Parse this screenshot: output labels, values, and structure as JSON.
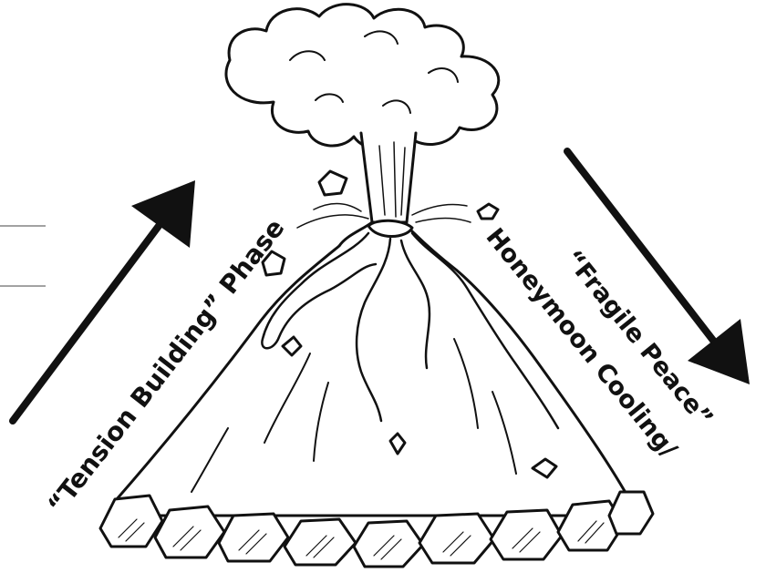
{
  "colors": {
    "ink": "#111111",
    "background": "#ffffff",
    "rule": "#444444"
  },
  "labels": {
    "rising_phase": "“Tension Building” Phase",
    "falling_line1": "“Fragile Peace”",
    "falling_line2": "Honeymoon Cooling/"
  },
  "icons": {
    "rising_arrow": "arrow-up-right-icon",
    "falling_arrow": "arrow-down-right-icon",
    "volcano": "volcano-illustration"
  }
}
